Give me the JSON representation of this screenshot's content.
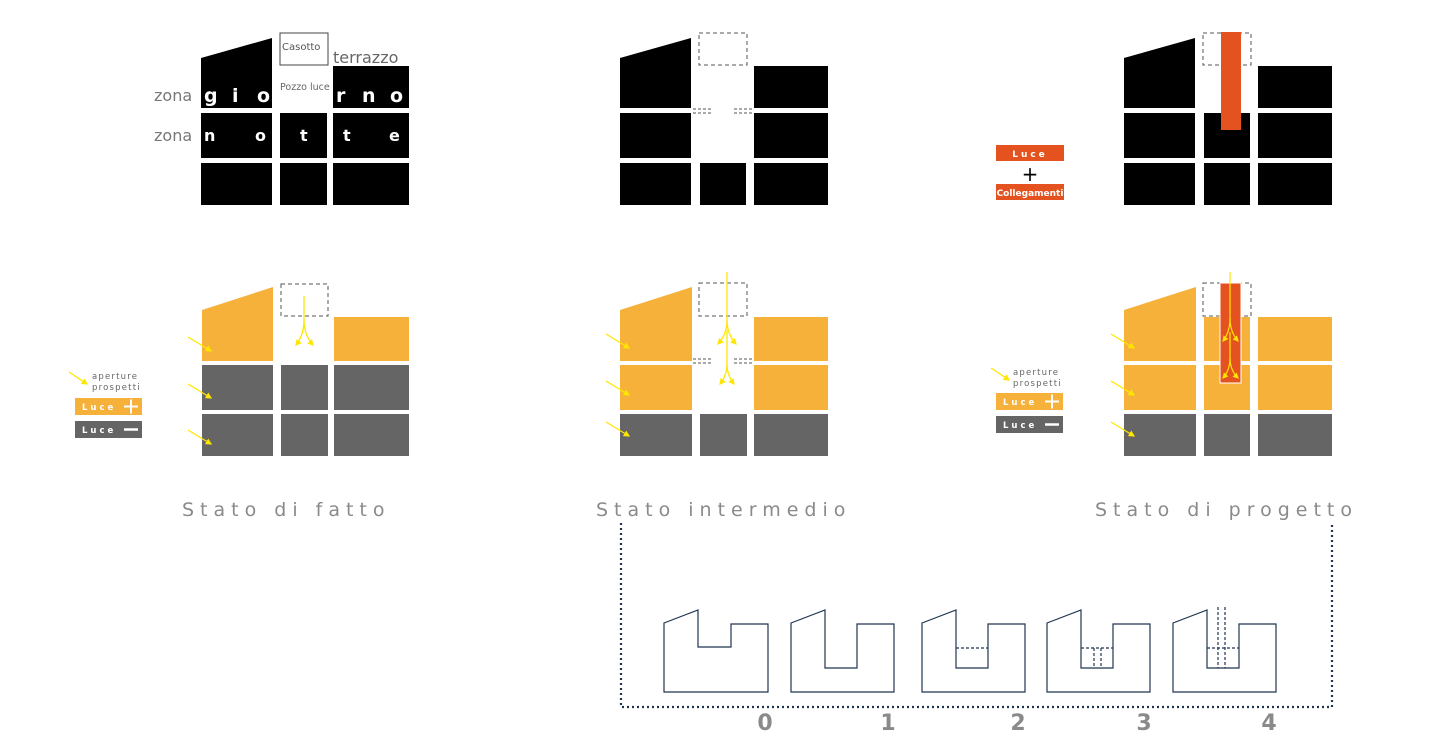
{
  "colors": {
    "black": "#000000",
    "orange_light": "#f5b13a",
    "gray": "#656565",
    "orange_red": "#e4531f",
    "yellow": "#ffe600",
    "caption": "#8a8a8a",
    "navy_dotted": "#1f3550"
  },
  "top_left": {
    "casotto": "Casotto",
    "terrazzo": "terrazzo",
    "pozzo_luce": "Pozzo luce",
    "zona_1": "zona",
    "zona_2": "zona",
    "giorno": [
      "g",
      "i",
      "o",
      "r",
      "n",
      "o"
    ],
    "notte": [
      "n",
      "o",
      "t",
      "t",
      "e"
    ]
  },
  "legend_top_right": {
    "luce": "Luce",
    "plus": "+",
    "collegamenti": "Collegamenti"
  },
  "legend_light": {
    "aperture": "aperture",
    "prospetti": "prospetti",
    "luce_plus": "Luce",
    "luce_minus": "Luce"
  },
  "captions": {
    "fatto": "Stato di fatto",
    "intermedio": "Stato intermedio",
    "progetto": "Stato di progetto"
  },
  "steps": [
    "0",
    "1",
    "2",
    "3",
    "4"
  ]
}
